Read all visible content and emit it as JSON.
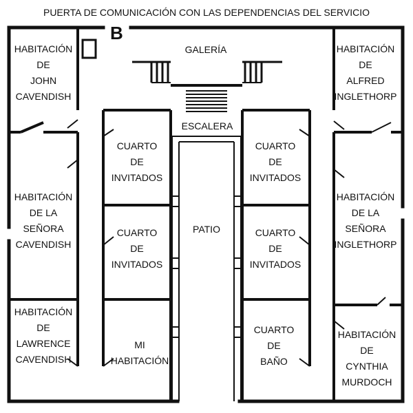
{
  "caption": "PUERTA DE COMUNICACIÓN CON LAS DEPENDENCIAS DEL SERVICIO",
  "marker": "B",
  "labels": {
    "galeria": "GALERÍA",
    "escalera": "ESCALERA",
    "patio": "PATIO"
  },
  "rooms": {
    "john": [
      "HABITACIÓN",
      "DE",
      "JOHN",
      "CAVENDISH"
    ],
    "alfred": [
      "HABITACIÓN",
      "DE",
      "ALFRED",
      "INGLETHORP"
    ],
    "sra_cavendish": [
      "HABITACIÓN",
      "DE LA",
      "SEÑORA",
      "CAVENDISH"
    ],
    "sra_inglethorp": [
      "HABITACIÓN",
      "DE LA",
      "SEÑORA",
      "INGLETHORP"
    ],
    "lawrence": [
      "HABITACIÓN",
      "DE",
      "LAWRENCE",
      "CAVENDISH"
    ],
    "cynthia": [
      "HABITACIÓN",
      "DE",
      "CYNTHIA",
      "MURDOCH"
    ],
    "invitados_1": [
      "CUARTO",
      "DE",
      "INVITADOS"
    ],
    "invitados_2": [
      "CUARTO",
      "DE",
      "INVITADOS"
    ],
    "invitados_3": [
      "CUARTO",
      "DE",
      "INVITADOS"
    ],
    "invitados_4": [
      "CUARTO",
      "DE",
      "INVITADOS"
    ],
    "mi_habitacion": [
      "MI",
      "HABITACIÓN"
    ],
    "bano": [
      "CUARTO",
      "DE",
      "BAÑO"
    ]
  }
}
